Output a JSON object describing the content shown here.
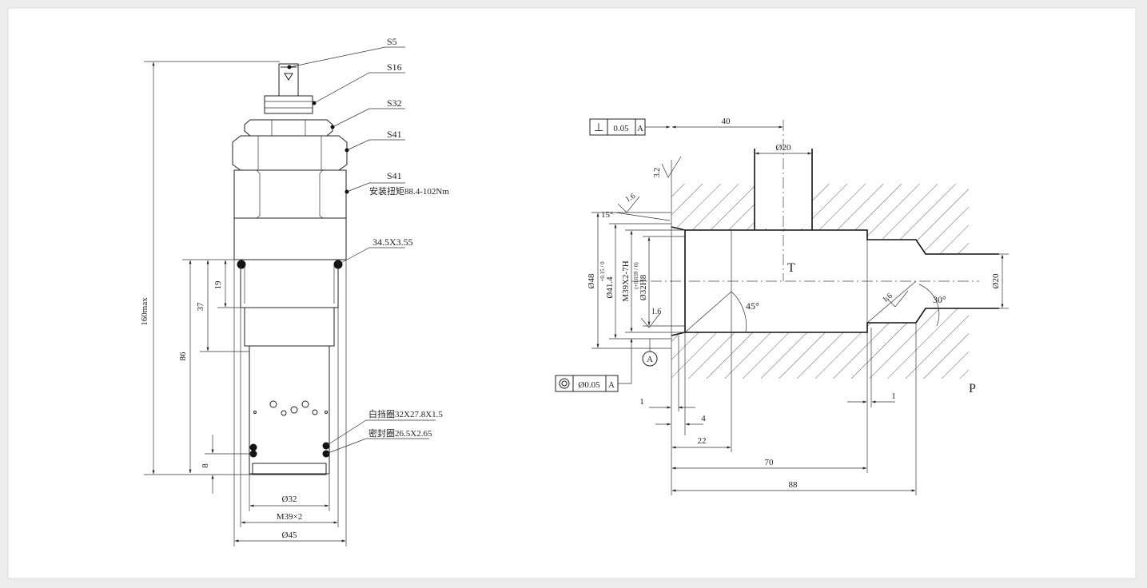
{
  "left_view": {
    "callouts": [
      {
        "label": "S5"
      },
      {
        "label": "S16"
      },
      {
        "label": "S32"
      },
      {
        "label": "S41"
      },
      {
        "label": "S41"
      },
      {
        "label": "安装扭矩88.4-102Nm"
      },
      {
        "label": "34.5X3.55"
      },
      {
        "label": "白挡圈32X27.8X1.5"
      },
      {
        "label": "密封圈26.5X2.65"
      }
    ],
    "dims": {
      "overall_height": "160max",
      "d19": "19",
      "d37": "37",
      "d86": "86",
      "d8": "8",
      "dia32": "Ø32",
      "thread": "M39×2",
      "dia45": "Ø45"
    }
  },
  "right_view": {
    "perp_frame": {
      "symbol": "⊥",
      "value": "0.05",
      "datum": "A"
    },
    "conc_frame": {
      "symbol": "◎",
      "value": "Ø0.05",
      "datum": "A"
    },
    "datum_label": "A",
    "port_T": "T",
    "port_P": "P",
    "dims": {
      "d40": "40",
      "dia20_top": "Ø20",
      "rough_32": "3.2",
      "rough_16a": "1.6",
      "angle15": "15°",
      "dia48": "Ø48",
      "dia41": "Ø41.4",
      "dia41_tol": "+0.15 / 0",
      "thread": "M39X2-7H",
      "dia32": "Ø32H8",
      "dia32_tol": "(+0.039 / 0)",
      "rough_16b": "1.6",
      "rough_16c": "1.6",
      "angle45": "45°",
      "angle30": "30°",
      "dia20_right": "Ø20",
      "d1_left": "1",
      "d4": "4",
      "d22": "22",
      "d70": "70",
      "d88": "88",
      "d1_right": "1"
    }
  }
}
